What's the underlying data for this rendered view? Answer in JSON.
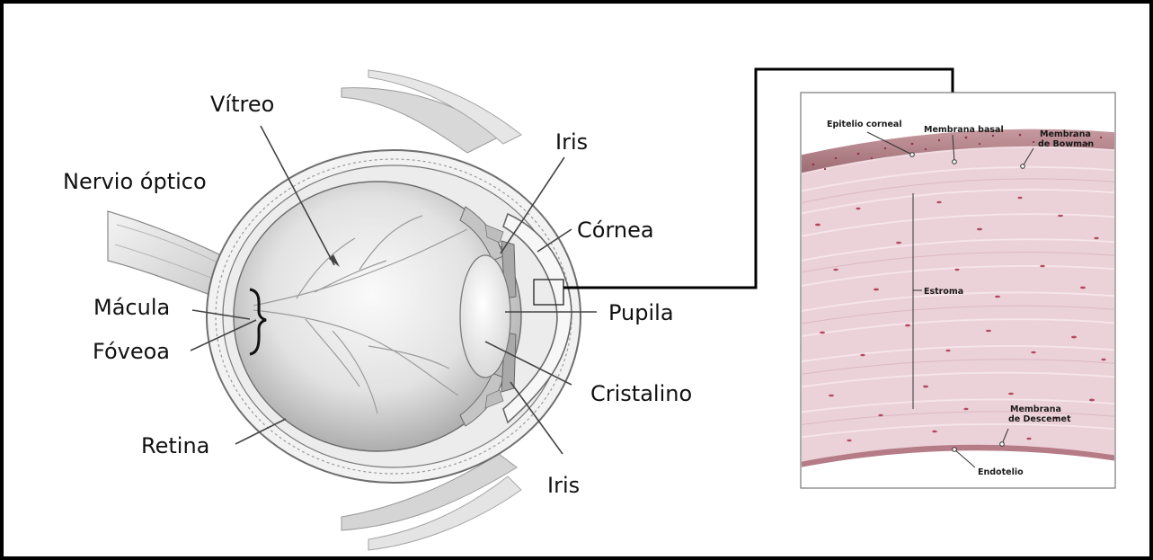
{
  "eye_labels": {
    "vitreo": "Vítreo",
    "nervio_optico": "Nervio óptico",
    "macula": "Mácula",
    "foveoa": "Fóveoa",
    "retina": "Retina",
    "iris_top": "Iris",
    "cornea": "Córnea",
    "pupila": "Pupila",
    "cristalino": "Cristalino",
    "iris_bottom": "Iris"
  },
  "cornea_detail": {
    "epitelio": "Epitelio corneal",
    "membrana_basal": "Membrana basal",
    "bowman_1": "Membrana",
    "bowman_2": "de Bowman",
    "estroma": "Estroma",
    "descemet_1": "Membrana",
    "descemet_2": "de Descemet",
    "endotelio": "Endotelio"
  },
  "colors": {
    "border": "#000000",
    "stroma": "#ead0d8",
    "epithelium": "#a8757d",
    "cell_dots": "#b2495c"
  }
}
